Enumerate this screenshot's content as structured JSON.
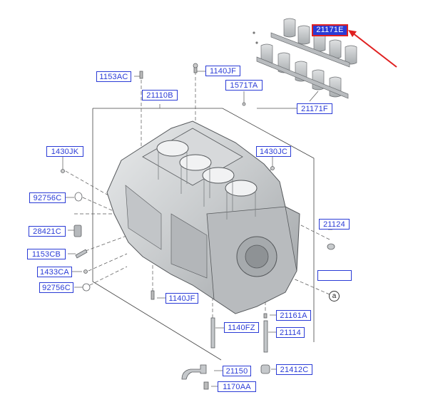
{
  "diagram": {
    "labels": {
      "p21171E": "21171E",
      "p21171F": "21171F",
      "p1153AC": "1153AC",
      "p1140JF_top": "1140JF",
      "p1571TA": "1571TA",
      "p21110B": "21110B",
      "p1430JK": "1430JK",
      "p1430JC": "1430JC",
      "p92756C_a": "92756C",
      "p28421C": "28421C",
      "p21124": "21124",
      "p1153CB": "1153CB",
      "p1433CA": "1433CA",
      "p92756C_b": "92756C",
      "p1140JF_bottom": "1140JF",
      "p21161A": "21161A",
      "p1140FZ": "1140FZ",
      "p21114": "21114",
      "p21150": "21150",
      "p21412C": "21412C",
      "p1170AA": "1170AA",
      "blank": ""
    },
    "callout": "a",
    "highlighted_part": "21171E",
    "colors": {
      "label_blue": "#2a3bd6",
      "highlight_red": "#e02020",
      "part_gray": "#c9ccce"
    }
  }
}
